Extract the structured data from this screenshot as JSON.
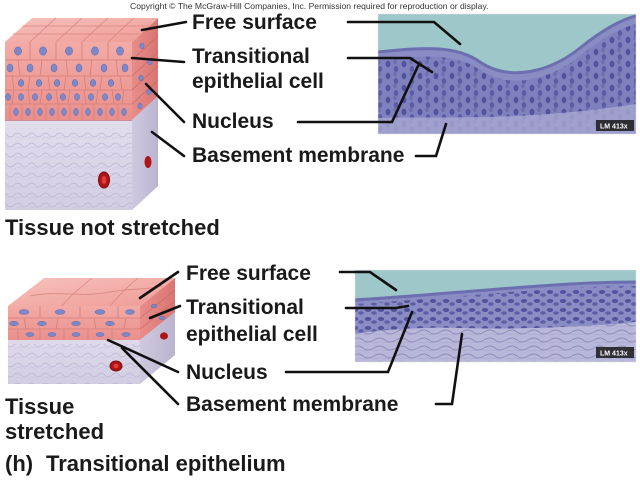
{
  "copyright": "Copyright © The McGraw-Hill Companies, Inc. Permission required for reproduction or display.",
  "top_panel": {
    "caption": "Tissue not stretched",
    "labels": {
      "free_surface": "Free surface",
      "transitional_cell_line1": "Transitional",
      "transitional_cell_line2": "epithelial cell",
      "nucleus": "Nucleus",
      "basement_membrane": "Basement membrane"
    },
    "magnification": "LM 413x"
  },
  "bottom_panel": {
    "caption_line1": "Tissue",
    "caption_line2": "stretched",
    "labels": {
      "free_surface": "Free surface",
      "transitional_cell_line1": "Transitional",
      "transitional_cell_line2": "epithelial cell",
      "nucleus": "Nucleus",
      "basement_membrane": "Basement membrane"
    },
    "magnification": "LM 413x"
  },
  "figure_caption": {
    "letter": "(h)",
    "title": "Transitional epithelium"
  },
  "colors": {
    "cell_pink": "#f2a6a2",
    "nucleus_blue": "#7d88c8",
    "connective_lavender": "#ddd9ea",
    "micrograph_background": "#9ec7c9",
    "micrograph_stain": "#5b5fa8"
  }
}
